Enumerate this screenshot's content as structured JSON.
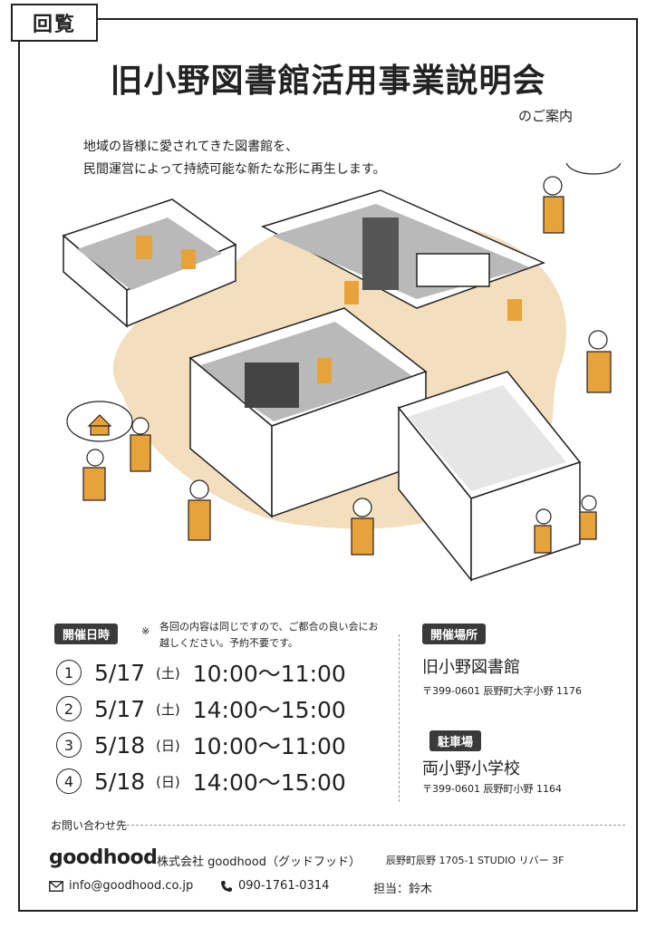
{
  "badge_label": "回覧",
  "title": "旧小野図書館活用事業説明会",
  "subtitle": "のご案内",
  "intro": {
    "line1": "地域の皆様に愛されてきた図書館を、",
    "line2": "民間運営によって持続可能な新たな形に再生します。"
  },
  "illustration": {
    "accent_color": "#e8a23a",
    "floor_color": "#f3dfbd",
    "room_floor": "#b9b9b9",
    "house_bubble_icon": "house-icon",
    "thought_bubble_icon": "thought-cloud-icon"
  },
  "schedule": {
    "label": "開催日時",
    "note_mark": "※",
    "note": "各回の内容は同じですので、ご都合の良い会にお越しください。予約不要です。",
    "sessions": [
      {
        "num": "1",
        "date": "5/17",
        "dow": "(土)",
        "time": "10:00〜11:00"
      },
      {
        "num": "2",
        "date": "5/17",
        "dow": "(土)",
        "time": "14:00〜15:00"
      },
      {
        "num": "3",
        "date": "5/18",
        "dow": "(日)",
        "time": "10:00〜11:00"
      },
      {
        "num": "4",
        "date": "5/18",
        "dow": "(日)",
        "time": "14:00〜15:00"
      }
    ]
  },
  "venue": {
    "label": "開催場所",
    "name": "旧小野図書館",
    "address": "〒399-0601 辰野町大字小野 1176"
  },
  "parking": {
    "label": "駐車場",
    "name": "両小野小学校",
    "address": "〒399-0601 辰野町小野 1164"
  },
  "contact": {
    "label": "お問い合わせ先",
    "logo": "goodhood",
    "company": "株式会社 goodhood（グッドフッド）",
    "address": "辰野町辰野 1705-1 STUDIO リバー 3F",
    "email": "info@goodhood.co.jp",
    "phone": "090-1761-0314",
    "person": "担当：鈴木"
  }
}
